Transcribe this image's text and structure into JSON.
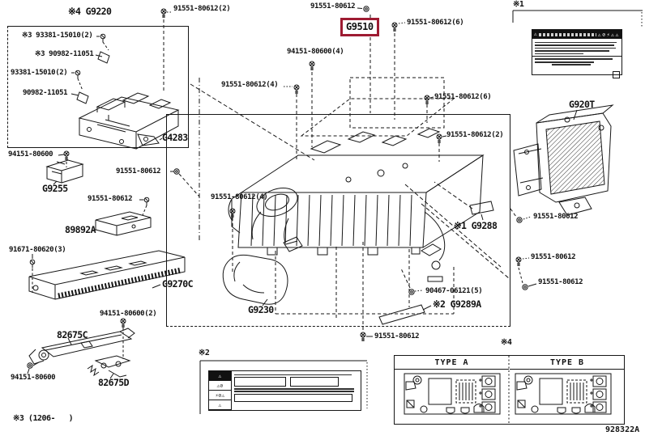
{
  "diagram": {
    "highlighted_part": "G9510",
    "highlight_color": "#9e1b32",
    "sheet_id": "928322A",
    "notes": {
      "n1": "※1",
      "n2": "※2",
      "n3_footnote": "※3 (1206-   )",
      "n4": "※4"
    },
    "type_variants": [
      "TYPE A",
      "TYPE B"
    ]
  },
  "labels": [
    "91551-80612(2)",
    "※4 G9220",
    "※3 93381-15010(2)",
    "※3 90982-11051",
    "93381-15010(2)",
    "90982-11051",
    "G4283",
    "94151-80600",
    "G9255",
    "91551-80612",
    "91551-80612",
    "89892A",
    "91671-80620(3)",
    "G9270C",
    "94151-80600(2)",
    "82675C",
    "94151-80600",
    "82675D",
    "91551-80612",
    "91551-80612(6)",
    "94151-80600(4)",
    "91551-80612(4)",
    "91551-80612(6)",
    "91551-80612(2)",
    "91551-80612(4)",
    "※1 G9288",
    "G9230",
    "90467-06121(5)",
    "※2 G9289A",
    "91551-80612",
    "G920T",
    "91551-80612",
    "91551-80612",
    "91551-80612"
  ],
  "icons": {
    "warning": "⚠",
    "prohibited": "⊘",
    "high_voltage": "⚡"
  }
}
